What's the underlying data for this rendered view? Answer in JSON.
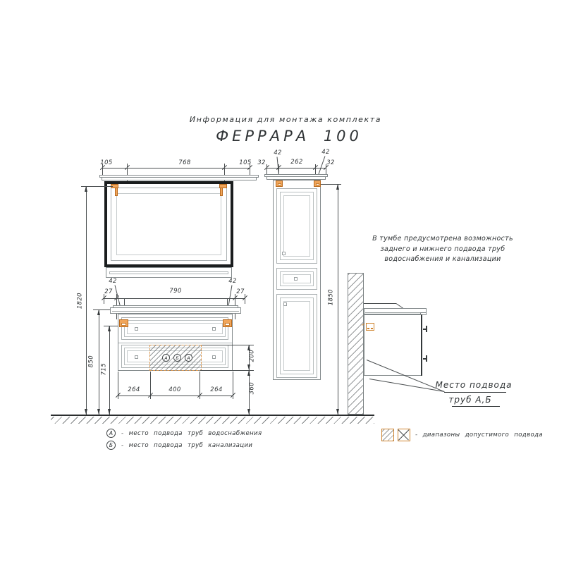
{
  "title": {
    "line1": "Информация для монтажа комплекта",
    "line2": "ФЕРРАРА 100"
  },
  "colors": {
    "accent": "#e0872f",
    "line_gray": "#82898b",
    "line_dark": "#2f3335"
  },
  "mirror": {
    "dim_left": "105",
    "dim_center": "768",
    "dim_right": "105"
  },
  "vanity": {
    "dim_bracket_left": "42",
    "dim_bracket_right": "42",
    "dim_offset_left": "27",
    "dim_width": "790",
    "dim_offset_right": "27",
    "dim_bottom_left": "264",
    "dim_bottom_center": "400",
    "dim_bottom_right": "264",
    "dim_zone_height": "200",
    "dim_clearance": "360",
    "ports": [
      "А",
      "Б",
      "А"
    ]
  },
  "heights": {
    "mirror_top": "1820",
    "countertop": "850",
    "cabinet_top": "715"
  },
  "penal": {
    "dim_bracket_left": "42",
    "dim_bracket_right": "42",
    "dim_offset_left": "32",
    "dim_width": "262",
    "dim_offset_right": "32",
    "dim_height": "1850"
  },
  "note": {
    "line1": "В тумбе предусмотрена возможность",
    "line2": "заднего и нижнего подвода труб",
    "line3": "водоснабжения и канализации"
  },
  "pipe_point": {
    "line1": "Место подвода",
    "line2": "труб А,Б"
  },
  "legend": {
    "a_symbol": "А",
    "a_text": "- место подвода труб водоснабжения",
    "b_symbol": "Б",
    "b_text": "- место подвода труб канализации",
    "ranges_text": "- диапазоны допустимого подвода"
  }
}
